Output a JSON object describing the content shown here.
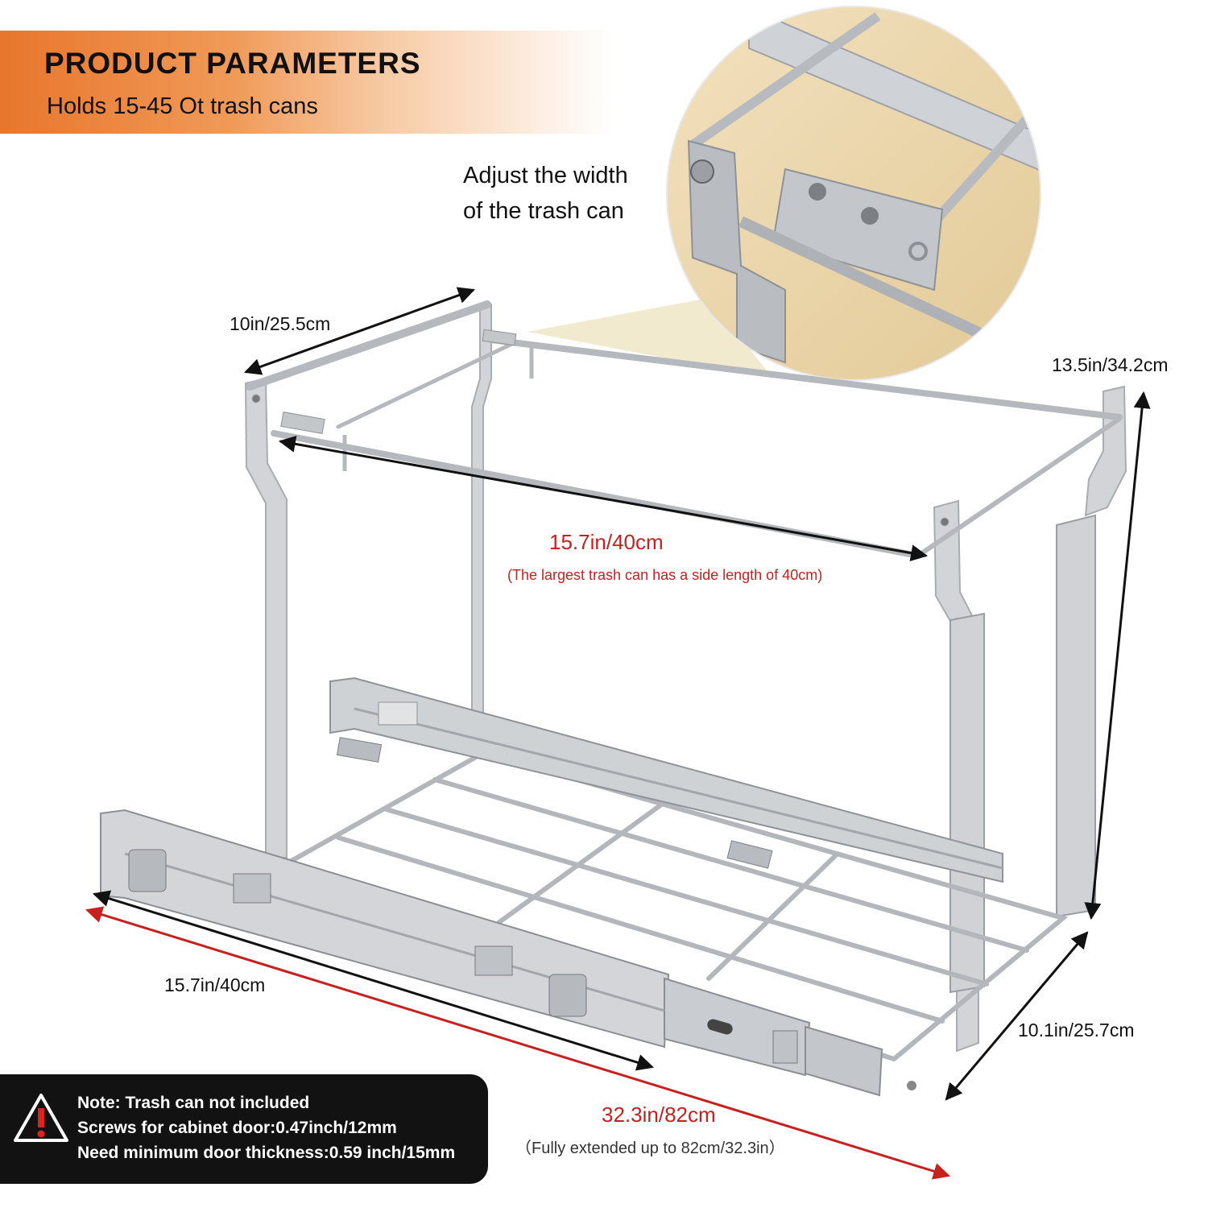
{
  "header": {
    "title": "PRODUCT PARAMETERS",
    "subtitle": "Holds 15-45 Ot trash cans"
  },
  "detail_callout": {
    "label_line1": "Adjust the width",
    "label_line2": "of the trash can"
  },
  "dimensions": {
    "top_depth": "10in/25.5cm",
    "height": "13.5in/34.2cm",
    "inner_width": "15.7in/40cm",
    "inner_width_note": "(The largest trash can has a side length of 40cm)",
    "slide_length": "15.7in/40cm",
    "base_depth": "10.1in/25.7cm",
    "extended_length": "32.3in/82cm",
    "extended_note": "（Fully extended up to 82cm/32.3in）"
  },
  "note": {
    "line1": "Note: Trash can not included",
    "line2": "Screws for cabinet door:0.47inch/12mm",
    "line3": "Need minimum door thickness:0.59 inch/15mm"
  },
  "colors": {
    "accent_orange": "#e8762c",
    "metal": "#c9cbce",
    "dimension_red": "#c8201f",
    "note_bg": "#121212"
  }
}
